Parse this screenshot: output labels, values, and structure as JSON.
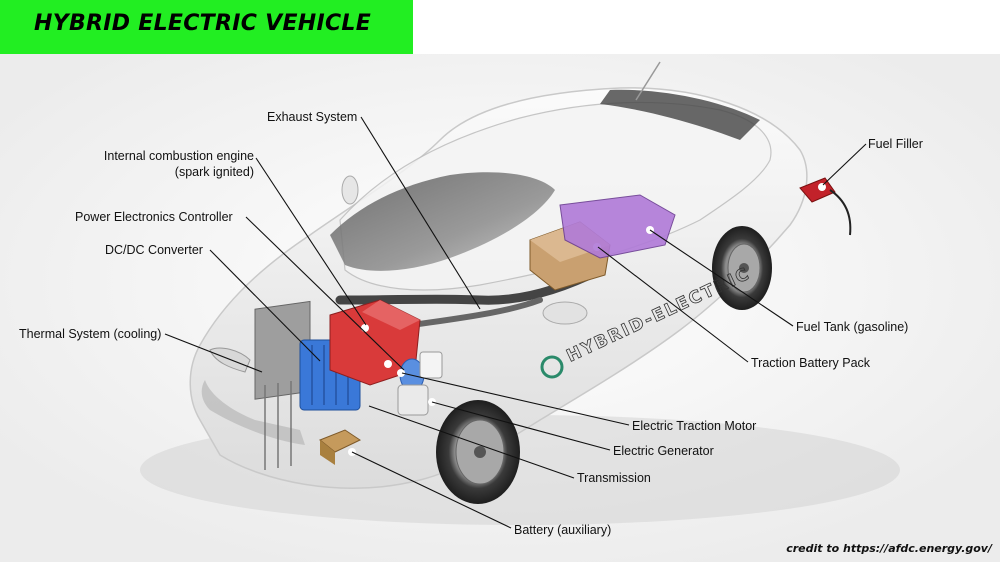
{
  "title": "HYBRID ELECTRIC VEHICLE",
  "car_text": "HYBRID-ELECTRIC",
  "labels": {
    "exhaust": "Exhaust System",
    "ice_line1": "Internal combustion engine",
    "ice_line2": "(spark ignited)",
    "pec": "Power Electronics Controller",
    "dcdc": "DC/DC Converter",
    "thermal": "Thermal System (cooling)",
    "fuel_filler": "Fuel Filler",
    "fuel_tank": "Fuel Tank (gasoline)",
    "traction_battery": "Traction Battery Pack",
    "traction_motor": "Electric Traction Motor",
    "generator": "Electric Generator",
    "transmission": "Transmission",
    "aux_battery": "Battery (auxiliary)"
  },
  "credit": "credit to https://afdc.energy.gov/",
  "colors": {
    "banner": "#22ee22",
    "engine": "#d93a3a",
    "dcdc": "#3a78d8",
    "fuel_tank": "#b07ad8",
    "battery_pack": "#c9a070",
    "car_body": "#f1f1f1",
    "fuel_nozzle": "#c2222a"
  }
}
